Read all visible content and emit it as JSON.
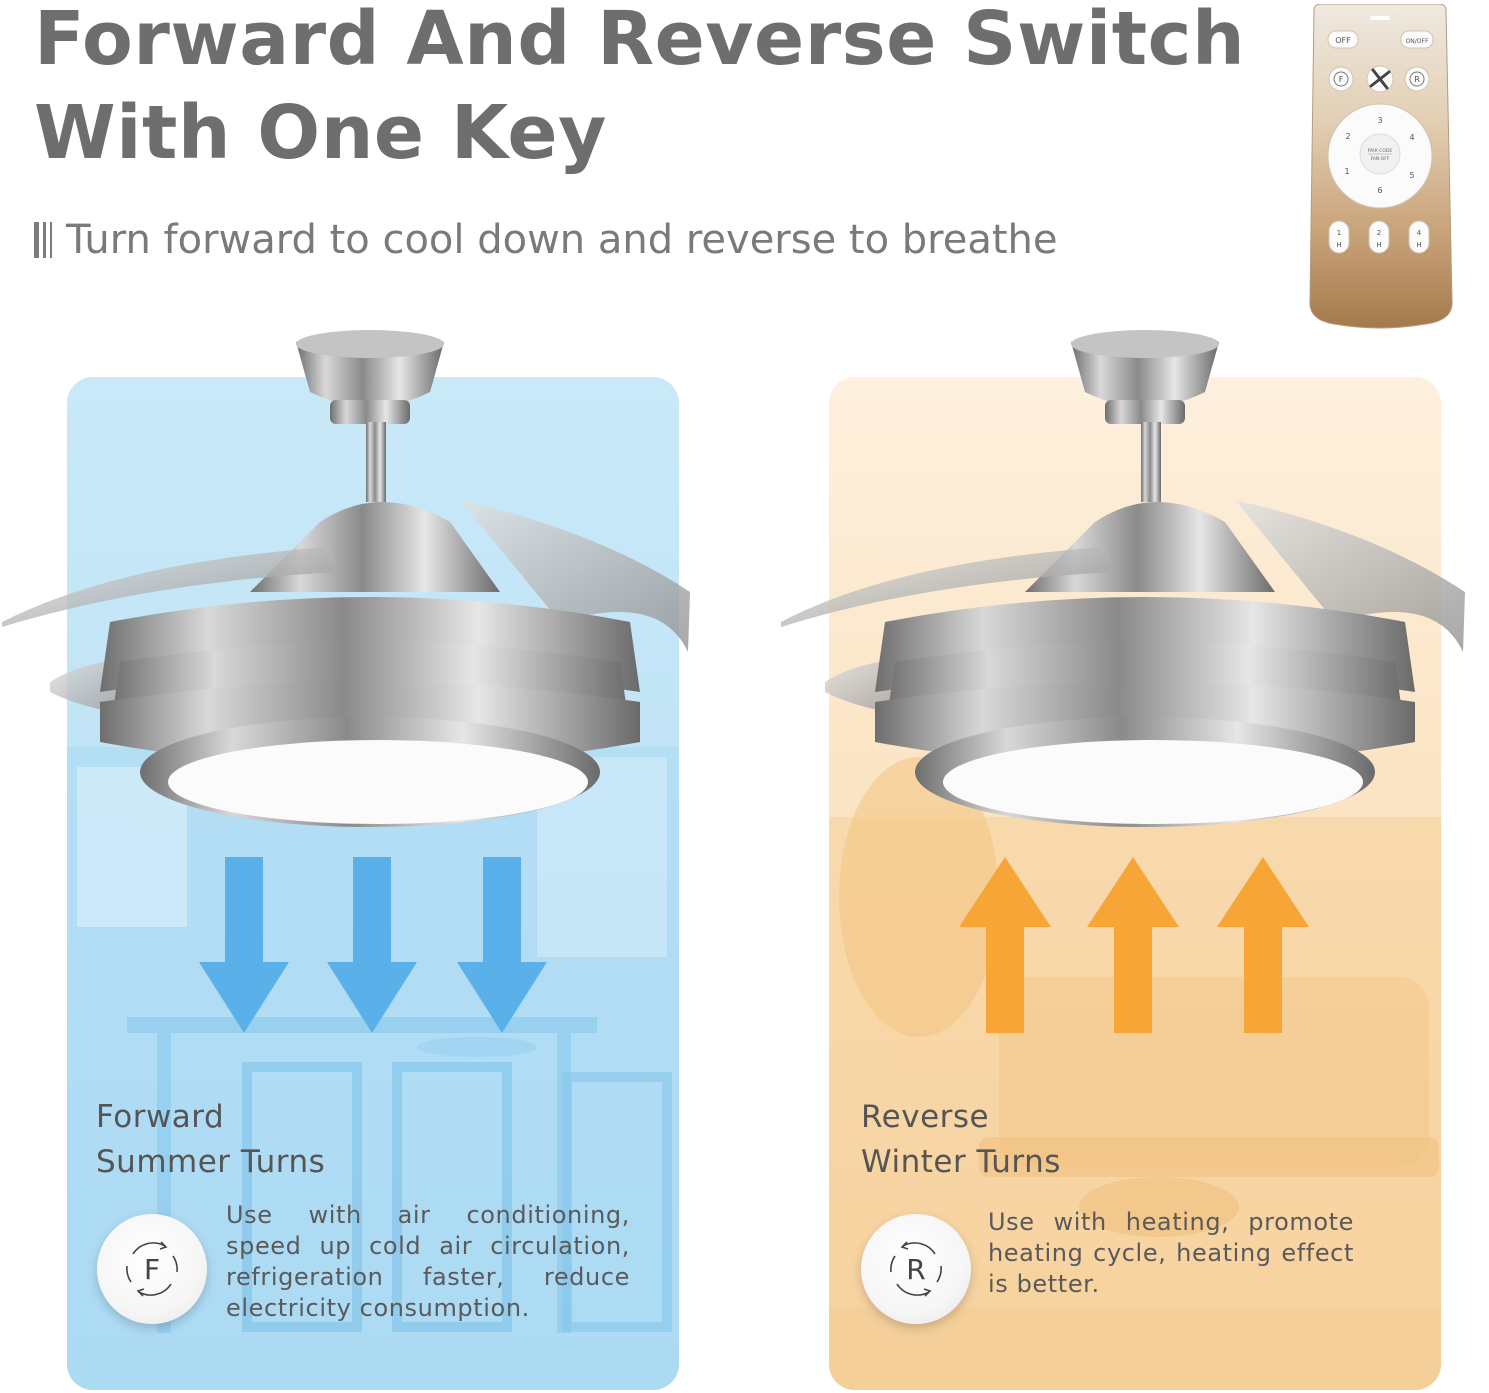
{
  "header": {
    "title_line1": "Forward And Reverse Switch",
    "title_line2": "With One Key",
    "subtitle": "Turn forward to cool down and reverse to breathe"
  },
  "remote": {
    "off_label": "OFF",
    "onoff_label": "ON/OFF",
    "forward_label": "F",
    "reverse_label": "R",
    "dial_numbers": [
      "3",
      "4",
      "5",
      "6",
      "1",
      "2"
    ],
    "dial_center_line1": "PAIR CODE",
    "dial_center_line2": "FAN OFF",
    "timer_buttons": [
      {
        "num": "1",
        "unit": "H"
      },
      {
        "num": "2",
        "unit": "H"
      },
      {
        "num": "4",
        "unit": "H"
      }
    ]
  },
  "forward_panel": {
    "title_line1": "Forward",
    "title_line2": "Summer Turns",
    "description": "Use with air conditioning, speed up cold air circulation, refrigeration faster, reduce electricity consumption.",
    "badge_letter": "F",
    "arrow_color": "#5ab0e8",
    "arrow_direction": "down"
  },
  "reverse_panel": {
    "title_line1": "Reverse",
    "title_line2": "Winter Turns",
    "description": "Use with heating, promote heating cycle, heating effect is better.",
    "badge_letter": "R",
    "arrow_color": "#f7a537",
    "arrow_direction": "up"
  }
}
